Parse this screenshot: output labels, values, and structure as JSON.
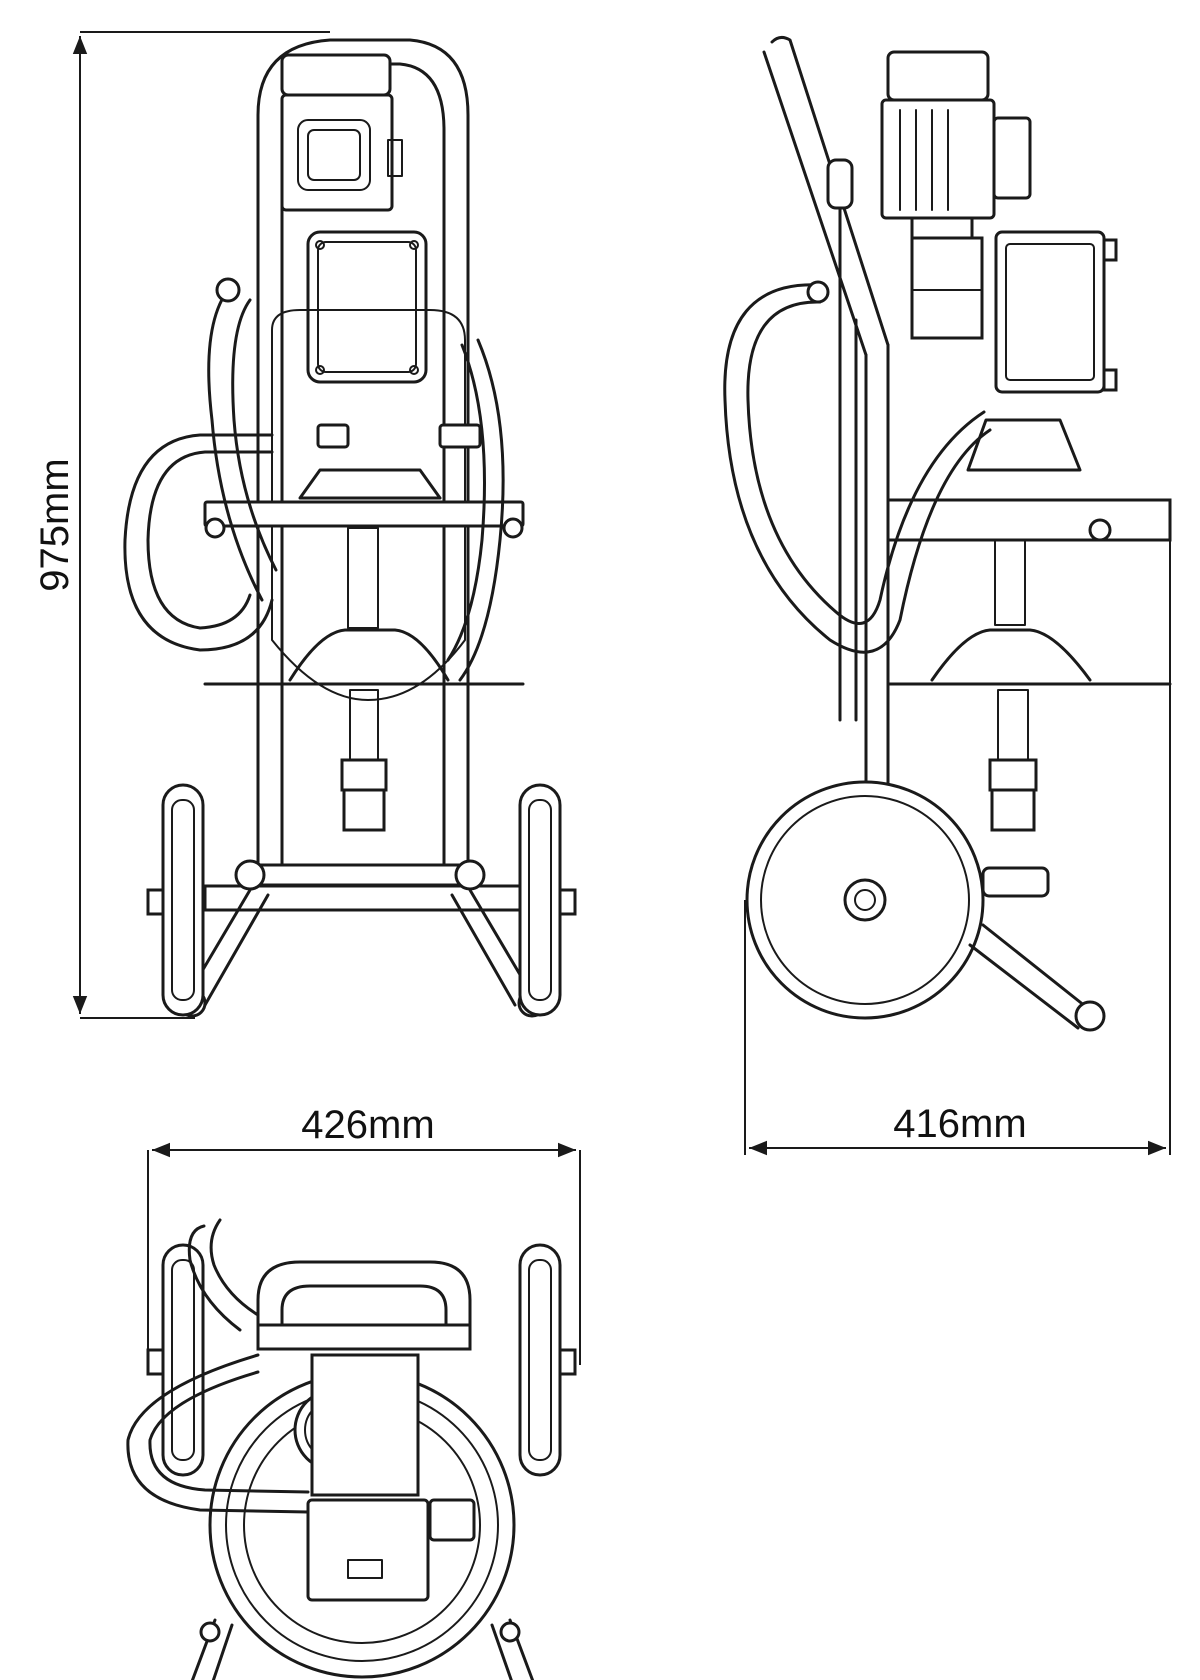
{
  "dimensions": {
    "height": "975mm",
    "front_width": "426mm",
    "side_width": "416mm"
  }
}
